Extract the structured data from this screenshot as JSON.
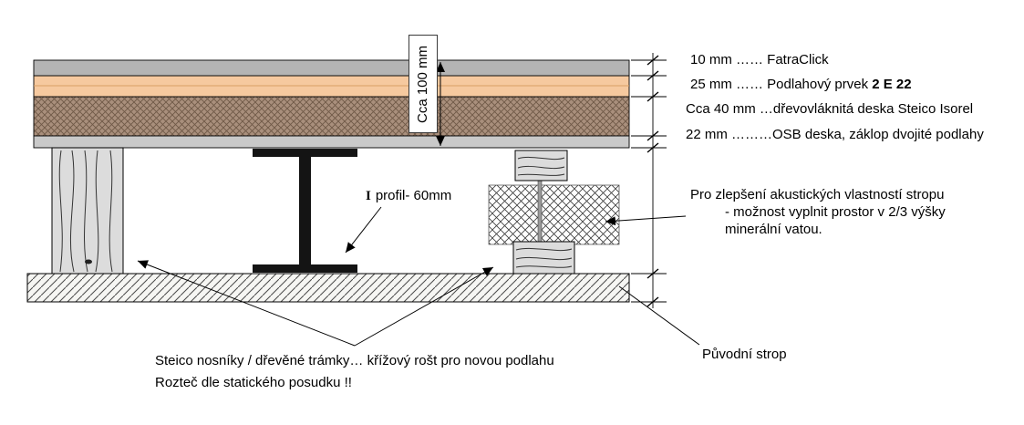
{
  "dimension": {
    "total_thickness_label": "Cca 100 mm"
  },
  "layers": [
    {
      "label": "10 mm …… FatraClick"
    },
    {
      "label_prefix": "25 mm ……  Podlahový prvek ",
      "label_bold": "2 E 22"
    },
    {
      "label": "Cca 40 mm …dřevovláknitá deska Steico Isorel"
    },
    {
      "label": "22 mm ………OSB deska, záklop dvojité podlahy"
    }
  ],
  "annotations": {
    "i_profile_prefix": "I",
    "i_profile_text": "profil- 60mm",
    "acoustic": {
      "line1": "Pro zlepšení akustických vlastností stropu",
      "line2": "- možnost vyplnit prostor v 2/3 výšky",
      "line3": "minerální vatou."
    },
    "original_ceiling": "Původní strop",
    "joists_note_line1": "Steico nosníky / dřevěné trámky… křížový rošt pro novou podlahu",
    "joists_note_line2": "Rozteč dle statického posudku !!"
  },
  "colors": {
    "fatraclick_layer": "#b4b4b4",
    "floor_element_layer": "#f6c99f",
    "fiberboard_base": "#a98f7c",
    "osb_layer": "#c9c9c9",
    "wood_fill": "#dcdcdc",
    "beam": "#141414",
    "wool_base": "#ffffff",
    "slab_base": "#f6f6f3"
  }
}
